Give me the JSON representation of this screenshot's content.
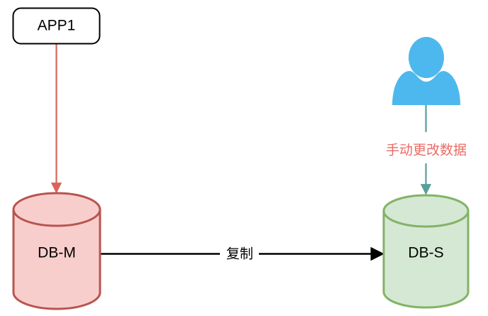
{
  "diagram": {
    "title": "Database replication with manual change on slave",
    "background": "#ffffff",
    "nodes": {
      "app1": {
        "label": "APP1",
        "shape": "rounded-rectangle",
        "stroke": "#000000",
        "fill": "#ffffff",
        "text_color": "#000000"
      },
      "db_master": {
        "label": "DB-M",
        "shape": "cylinder",
        "stroke": "#b85450",
        "fill": "#f8cecc",
        "text_color": "#000000"
      },
      "db_slave": {
        "label": "DB-S",
        "shape": "cylinder",
        "stroke": "#82b366",
        "fill": "#d5e8d4",
        "text_color": "#000000"
      },
      "actor": {
        "label": "",
        "shape": "actor-person",
        "fill": "#4db8ee"
      }
    },
    "edges": {
      "app_to_master": {
        "label": "",
        "color": "#d96459",
        "from": "app1",
        "to": "db_master",
        "arrow": "filled-triangle"
      },
      "master_to_slave": {
        "label": "复制",
        "color": "#000000",
        "from": "db_master",
        "to": "db_slave",
        "arrow": "filled-triangle"
      },
      "actor_to_slave": {
        "label": "手动更改数据",
        "label_color": "#ea6b66",
        "color": "#5a9e9a",
        "from": "actor",
        "to": "db_slave",
        "arrow": "filled-triangle"
      }
    }
  }
}
